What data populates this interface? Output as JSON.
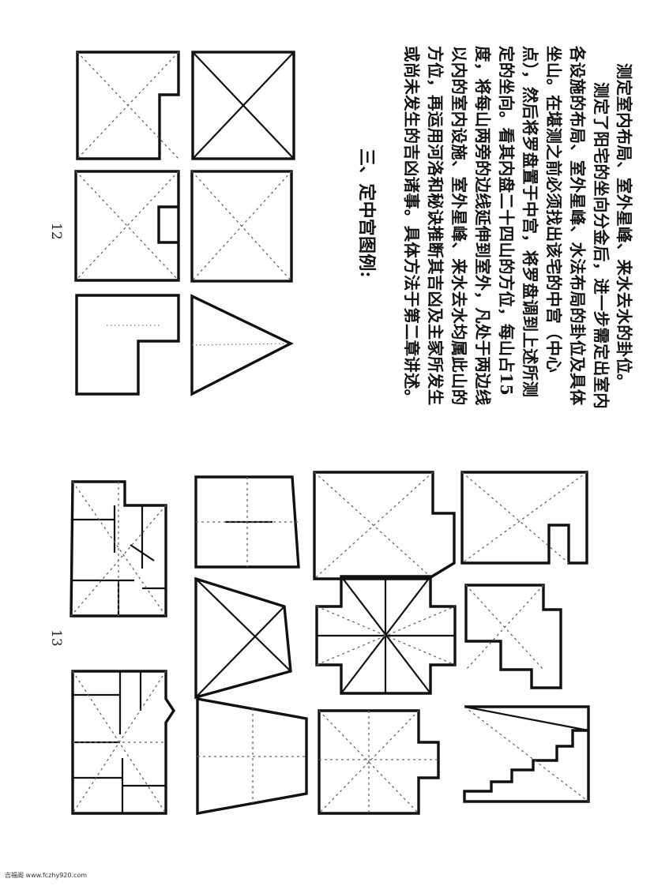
{
  "text_lines": [
    "测定室内布局、室外星峰、来水去水的卦位。",
    "测定了阳宅的坐向分金后，进一步需定出室内",
    "各设施的布局、室外星峰、水法布局的卦位及具体",
    "坐山。在堪测之前必须找出该宅的中宫（中心",
    "点），然后将罗盘置于中宫，将罗盘调到上述所测",
    "定的坐向。看其内盘二十四山的方位，每山占15",
    "度，将每山两旁的边线延伸到室外，凡处于两边线",
    "以内的室内设施、室外星峰、来水去水均属此山的",
    "方位，再运用河洛和秘诀推断其吉凶及主家所发生",
    "或尚未发生的吉凶诸事。具体方法于第二章讲述。"
  ],
  "heading": "三、定中宫图例:",
  "page_numbers": [
    "12",
    "13"
  ],
  "watermark": "吉福阁 www.fczhy920.com"
}
